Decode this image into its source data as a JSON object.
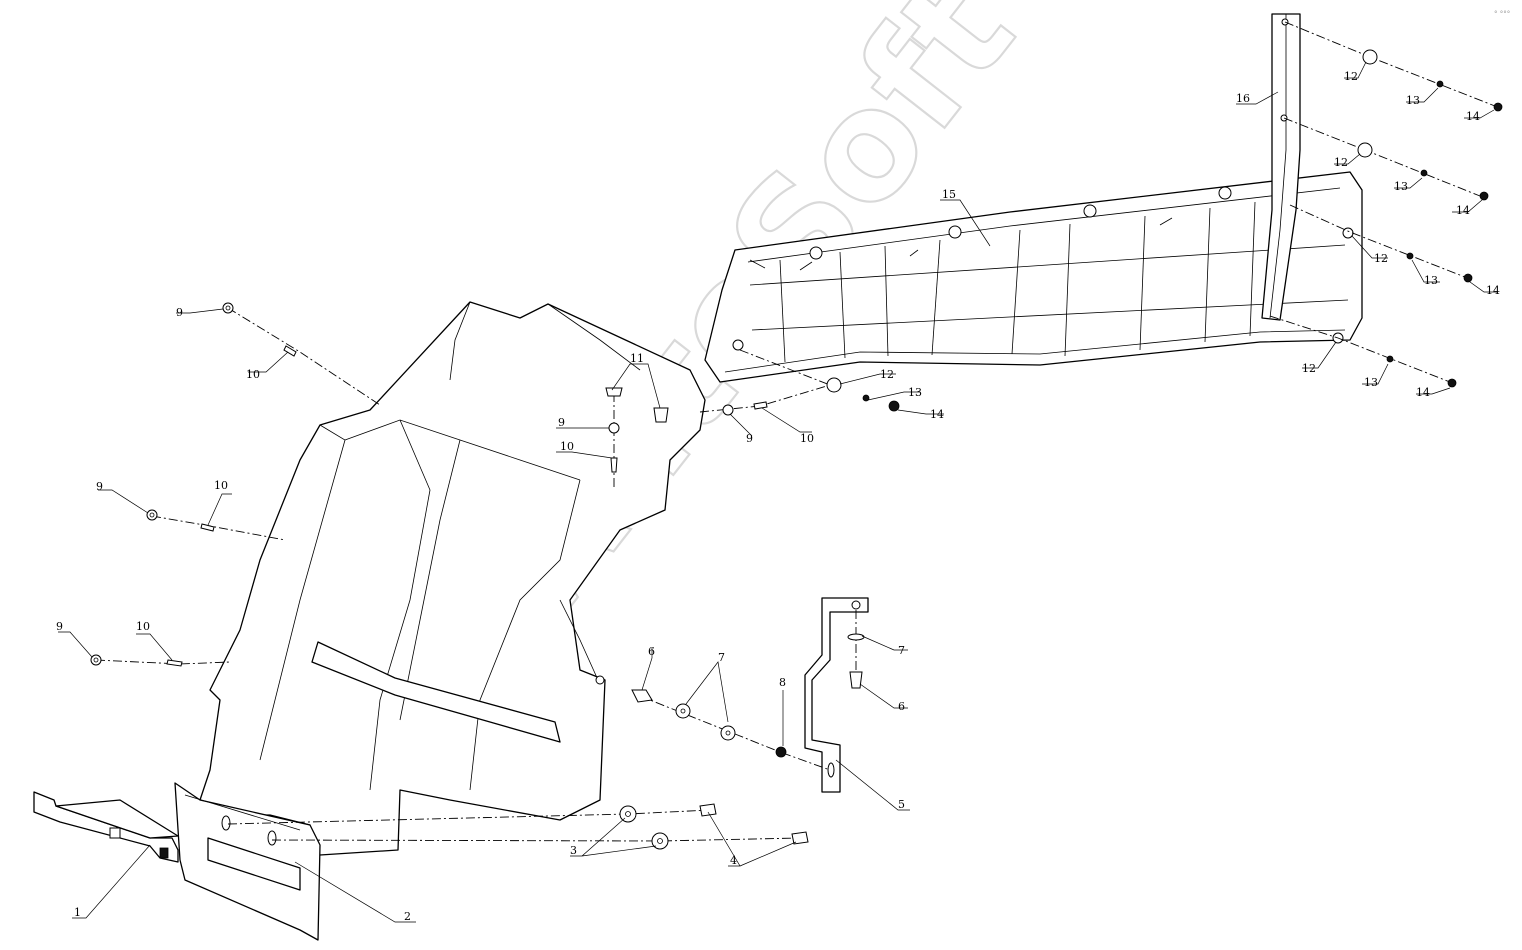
{
  "watermark": "AutoSoft",
  "corner_mark": "° °°°",
  "callouts": [
    {
      "id": "c1",
      "label": "1"
    },
    {
      "id": "c2",
      "label": "2"
    },
    {
      "id": "c3",
      "label": "3"
    },
    {
      "id": "c4",
      "label": "4"
    },
    {
      "id": "c5",
      "label": "5"
    },
    {
      "id": "c6a",
      "label": "6"
    },
    {
      "id": "c6b",
      "label": "6"
    },
    {
      "id": "c7a",
      "label": "7"
    },
    {
      "id": "c7b",
      "label": "7"
    },
    {
      "id": "c8",
      "label": "8"
    },
    {
      "id": "c9a",
      "label": "9"
    },
    {
      "id": "c9b",
      "label": "9"
    },
    {
      "id": "c9c",
      "label": "9"
    },
    {
      "id": "c9d",
      "label": "9"
    },
    {
      "id": "c9e",
      "label": "9"
    },
    {
      "id": "c10a",
      "label": "10"
    },
    {
      "id": "c10b",
      "label": "10"
    },
    {
      "id": "c10c",
      "label": "10"
    },
    {
      "id": "c10d",
      "label": "10"
    },
    {
      "id": "c10e",
      "label": "10"
    },
    {
      "id": "c11",
      "label": "11"
    },
    {
      "id": "c12a",
      "label": "12"
    },
    {
      "id": "c12b",
      "label": "12"
    },
    {
      "id": "c12c",
      "label": "12"
    },
    {
      "id": "c12d",
      "label": "12"
    },
    {
      "id": "c12e",
      "label": "12"
    },
    {
      "id": "c13a",
      "label": "13"
    },
    {
      "id": "c13b",
      "label": "13"
    },
    {
      "id": "c13c",
      "label": "13"
    },
    {
      "id": "c13d",
      "label": "13"
    },
    {
      "id": "c13e",
      "label": "13"
    },
    {
      "id": "c14a",
      "label": "14"
    },
    {
      "id": "c14b",
      "label": "14"
    },
    {
      "id": "c14c",
      "label": "14"
    },
    {
      "id": "c14d",
      "label": "14"
    },
    {
      "id": "c14e",
      "label": "14"
    },
    {
      "id": "c15",
      "label": "15"
    },
    {
      "id": "c16",
      "label": "16"
    }
  ]
}
